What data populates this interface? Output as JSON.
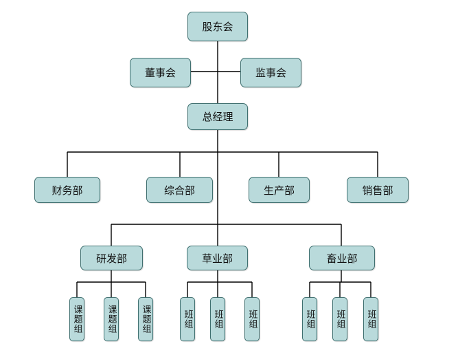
{
  "org": {
    "shareholders": "股东会",
    "board": "董事会",
    "supervisors": "监事会",
    "gm": "总经理",
    "finance": "财务部",
    "general": "综合部",
    "production": "生产部",
    "sales": "销售部",
    "rnd": "研发部",
    "grass": "草业部",
    "livestock": "畜业部",
    "rnd_units": [
      "课题组",
      "课题组",
      "课题组"
    ],
    "grass_units": [
      "班组",
      "班组",
      "班组"
    ],
    "livestock_units": [
      "班组",
      "班组",
      "班组"
    ]
  },
  "colors": {
    "box_fill": "#b9dadb",
    "box_border": "#3f6f6f",
    "line": "#000000"
  }
}
